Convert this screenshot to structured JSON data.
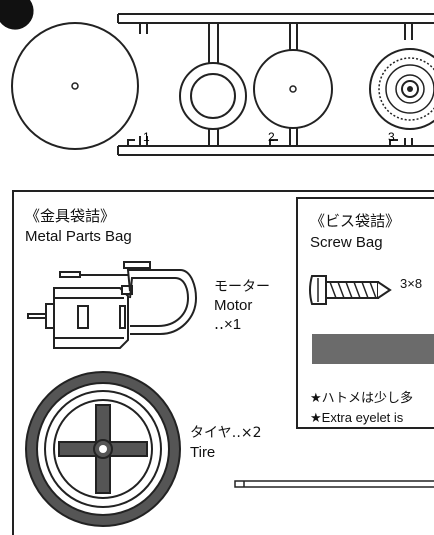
{
  "sprue": {
    "numbers": [
      "1",
      "2",
      "3"
    ]
  },
  "metal_bag": {
    "title_jp": "《金具袋詰》",
    "title_en": "Metal Parts Bag",
    "motor": {
      "jp": "モーター",
      "en": "Motor",
      "qty": "‥×1"
    },
    "tire": {
      "jp": "タイヤ‥×2",
      "en": "Tire"
    }
  },
  "screw_bag": {
    "title_jp": "《ビス袋詰》",
    "title_en": "Screw Bag",
    "screw_qty": "3×8",
    "note_jp": "★ハトメは少し多",
    "note_en": "★Extra eyelet is"
  }
}
